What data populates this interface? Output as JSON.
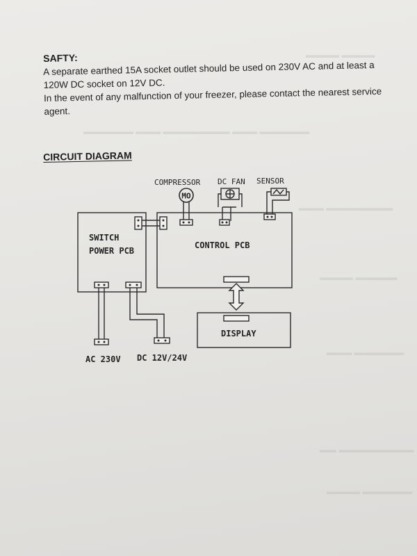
{
  "safety": {
    "title": "SAFTY:",
    "line1": "A separate earthed 15A socket outlet should be used on 230V AC and at least a",
    "line2": "120W DC socket on 12V DC.",
    "line3": "In the event of any malfunction of your freezer, please contact the nearest service",
    "line4": "agent."
  },
  "circuit": {
    "title": "CIRCUIT DIAGRAM",
    "labels": {
      "compressor": "COMPRESSOR",
      "dc_fan": "DC FAN",
      "sensor": "SENSOR",
      "motor_symbol": "MO",
      "switch_power_pcb_line1": "SWITCH",
      "switch_power_pcb_line2": "POWER PCB",
      "control_pcb": "CONTROL PCB",
      "display": "DISPLAY",
      "ac_input": "AC 230V",
      "dc_input": "DC 12V/24V"
    }
  }
}
